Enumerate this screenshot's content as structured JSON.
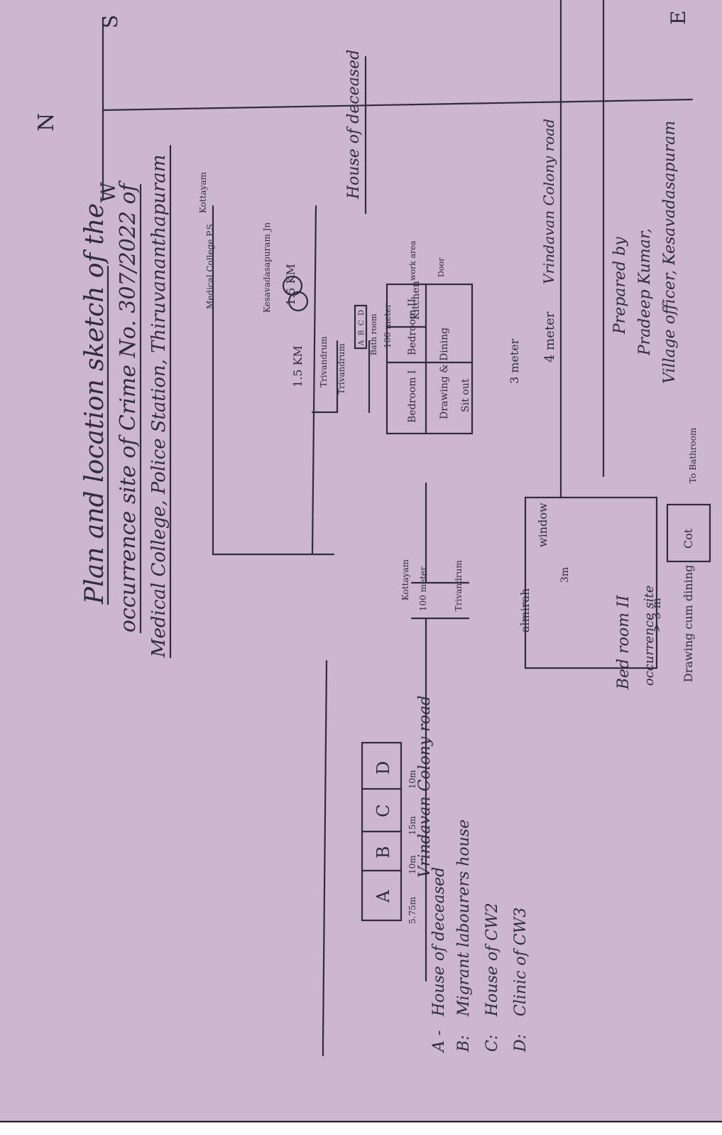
{
  "title": {
    "line1": "Plan and location sketch of the",
    "line2": "occurrence site of Crime No. 307/2022 of",
    "line3": "Medical College, Police Station, Thiruvananthapuram"
  },
  "compass": {
    "n": "N",
    "s": "S",
    "e": "E",
    "w": "W"
  },
  "sketch1": {
    "house_cells": [
      "A",
      "B",
      "C",
      "D"
    ],
    "distances": [
      "5.75m",
      "10m",
      "15m",
      "10m"
    ],
    "road": "Vrindavan Colony road",
    "hundred_meter": "100 meter",
    "kottayam": "Kottayam",
    "trivandrum": "Trivandrum"
  },
  "legend": [
    {
      "key": "A -",
      "text": "House of deceased"
    },
    {
      "key": "B:",
      "text": "Migrant labourers house"
    },
    {
      "key": "C:",
      "text": "House of CW2"
    },
    {
      "key": "D:",
      "text": "Clinic of CW3"
    }
  ],
  "sketch2": {
    "medical_college_ps": "Medical College P.S",
    "km": "1.5 KM",
    "kottayam": "Kottayam",
    "kesavadasapuram": "Kesavadasapuram Jn",
    "trivandrum_top": "Trivandrum",
    "trivandrum_left": "Trivandrum",
    "cells": [
      "A",
      "B",
      "C",
      "D"
    ],
    "hundred_meter": "100 meter"
  },
  "room_sketch": {
    "bedroom_label": "Bed room II",
    "occurrence": "occurrence site",
    "almirah": "almirah",
    "window": "window",
    "cot": "Cot",
    "three_m": "3m",
    "three_m_b": "> 3 m",
    "drawing_cum_dining": "Drawing cum dining",
    "to_bathroom": "To Bathroom"
  },
  "house_plan": {
    "heading": "House of deceased",
    "bedroom1": "Bedroom I",
    "bath": "Bath room",
    "bedroom2": "Bedroom II",
    "kitchen": "Kitchen",
    "workarea": "work area",
    "door": "Door",
    "drawing_dining": "Drawing & Dining",
    "sitout": "Sit out",
    "three_meter": "3 meter",
    "four_meter": "4 meter",
    "road": "Vrindavan Colony road"
  },
  "signature": {
    "line1": "Prepared by",
    "line2": "Pradeep Kumar,",
    "line3": "Village officer, Kesavadasapuram"
  }
}
